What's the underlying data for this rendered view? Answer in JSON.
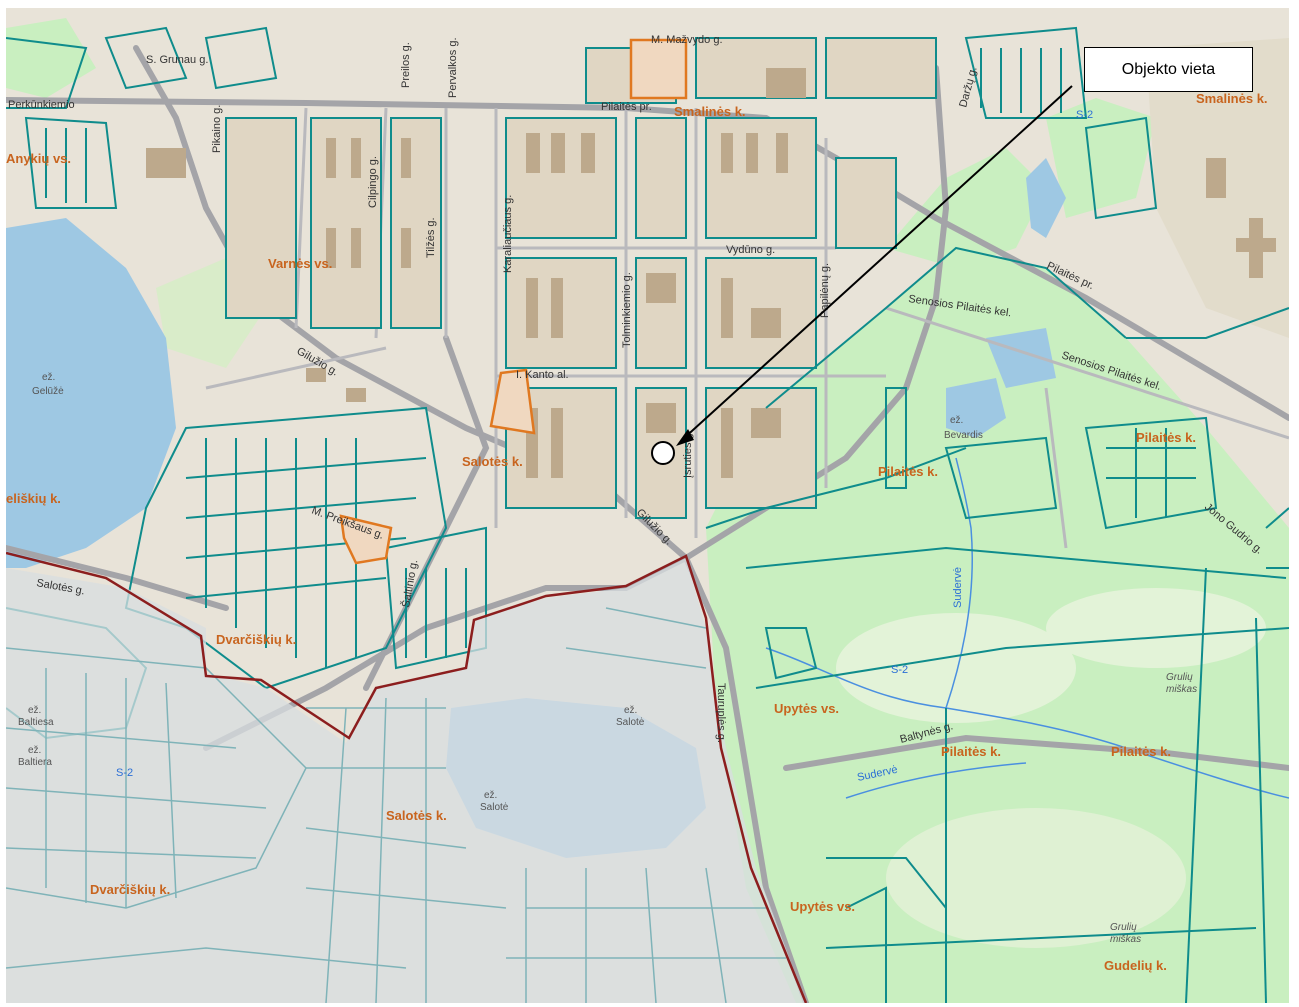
{
  "callout": {
    "label": "Objekto vieta"
  },
  "colors": {
    "land": "#e8e3d8",
    "forest": "#c9efc0",
    "water": "#9ec8e3",
    "parcel_line": "#0f8c8c",
    "road": "#a4a4a8",
    "building": "#bda98c",
    "village_label": "#c8641e",
    "boundary": "#8c1e1e",
    "haze": "#d8dde0"
  },
  "streets": {
    "m_mazvydo": "M. Mažvydo g.",
    "pilaites_pr_top": "Pilaitės pr.",
    "pilaites_pr_right": "Pilaitės pr.",
    "perkunkiemio": "Perkūnkiemio",
    "grunau": "S. Grunau g.",
    "pikaino": "Pikaino g.",
    "cilpingo": "Cilpingo g.",
    "tilzes": "Tilžės g.",
    "karaliauciaus": "Karaliaučiaus g.",
    "sventaragio": "Pervalkos g.",
    "preilos": "Preilos g.",
    "vydūno": "Vydūno g.",
    "tolminkiemio": "Tolminkiemio g.",
    "papilenu": "Papilėnų g.",
    "kanto": "I. Kanto al.",
    "isruties": "Įsruties g.",
    "senosios_1": "Senosios Pilaitės kel.",
    "senosios_2": "Senosios Pilaitės kel.",
    "gluoso": "Gilužio g.",
    "gluoso_2": "Gilužio g.",
    "tauruperes": "Tauruplės g.",
    "preikmo": "M. Preikšaus g.",
    "saltinio": "Šaltinio g.",
    "salotes_g": "Salotės g.",
    "baltynes": "Baltynės g.",
    "jono_gudrio": "Jono Gudrio g.",
    "darzu": "Daržų g."
  },
  "villages": {
    "smalines_1": "Smalinės k.",
    "smalines_2": "Smalinės k.",
    "varnes": "Varnės vs.",
    "salotes_1": "Salotės k.",
    "salotes_2": "Salotės k.",
    "pilaites_1": "Pilaitės k.",
    "pilaites_2": "Pilaitės k.",
    "pilaites_3": "Pilaitės k.",
    "pilaites_4": "Pilaitės k.",
    "upytes_1": "Upytės vs.",
    "upytes_2": "Upytės vs.",
    "gudeliu": "Gudelių k.",
    "dvarciskiu_1": "Dvarčiškių k.",
    "dvarciskiu_2": "Dvarčiškių k.",
    "geliskiu": "eliškių k.",
    "anykiu": "Anykių vs."
  },
  "lakes": {
    "geluze_prefix": "ež.",
    "geluze": "Gelūžė",
    "bevardis_prefix": "ež.",
    "bevardis": "Bevardis",
    "baltiesa_prefix": "ež.",
    "baltiesa": "Baltiesa",
    "baltiera_prefix": "ež.",
    "baltiera": "Baltiera",
    "salote_prefix_1": "ež.",
    "salote_1": "Salotė",
    "salote_prefix_2": "ež.",
    "salote_2": "Salotė"
  },
  "forests": {
    "grudu_1": "Grulių",
    "grudu_1b": "miškas",
    "grudu_2": "Grulių",
    "grudu_2b": "miškas"
  },
  "rivers": {
    "s2_a": "S-2",
    "s2_b": "S-2",
    "s2_c": "S-2",
    "sudervė_1": "Sudervė",
    "sudervė_2": "Sudervė"
  },
  "marker": {
    "name": "object-location"
  }
}
